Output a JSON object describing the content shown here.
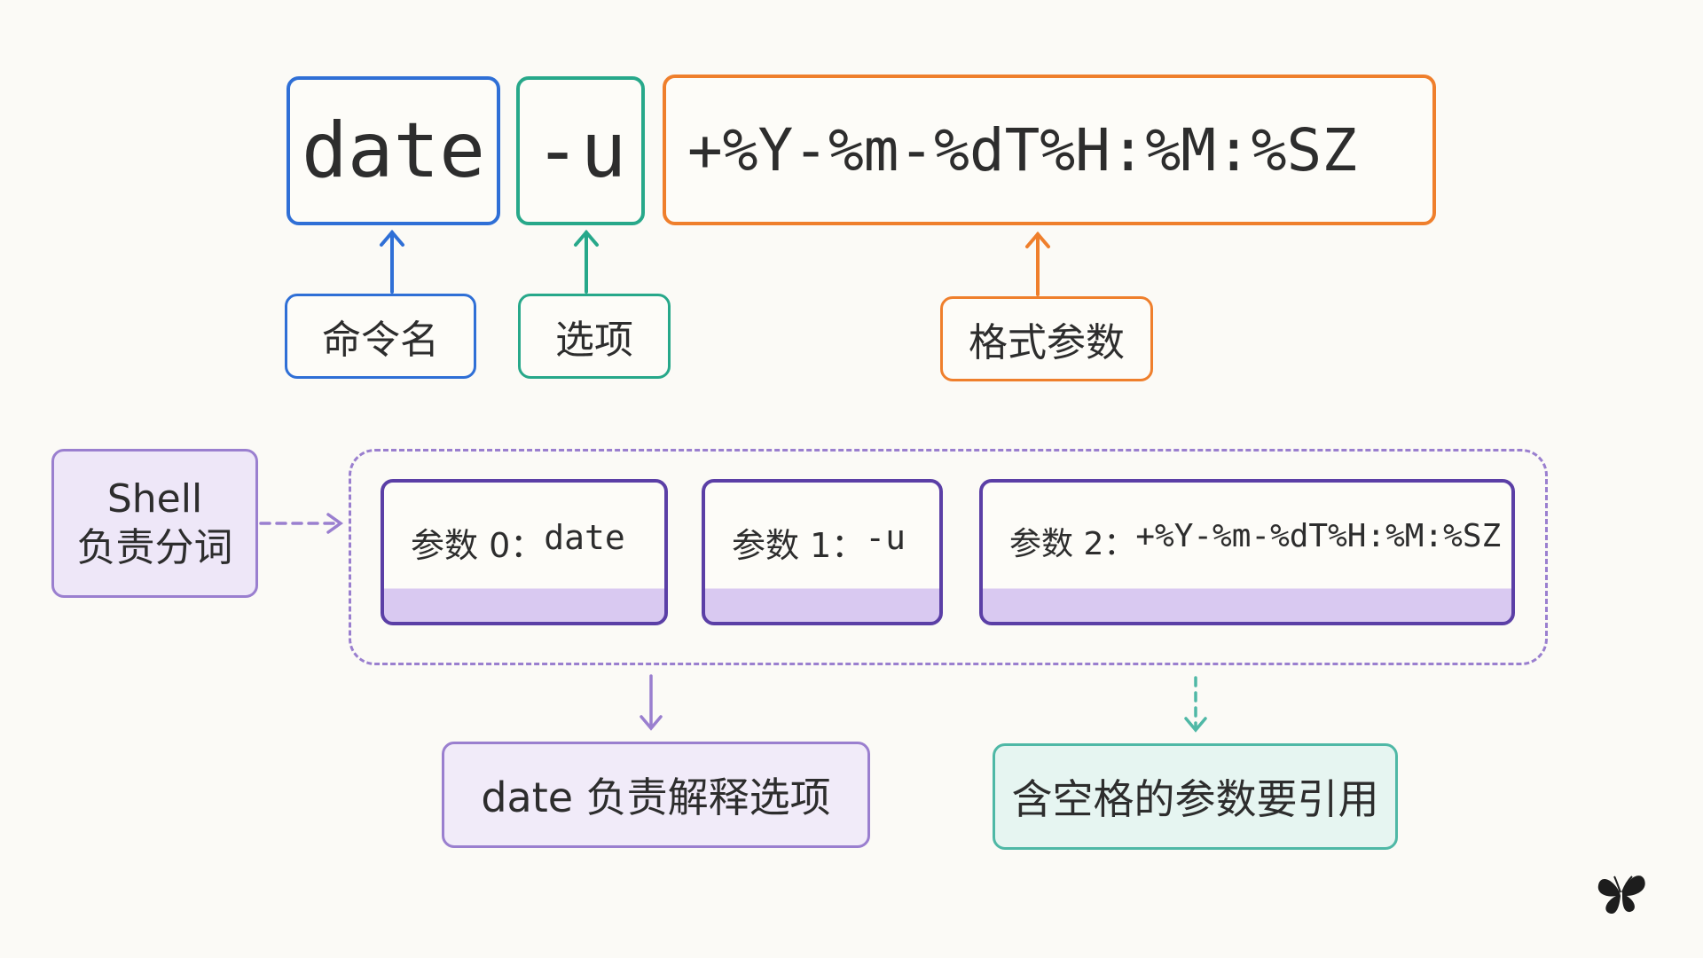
{
  "command": {
    "name": "date",
    "option": "-u",
    "format": "+%Y-%m-%dT%H:%M:%SZ"
  },
  "labels": {
    "command_name": "命令名",
    "option": "选项",
    "format_arg": "格式参数"
  },
  "shell": {
    "line1": "Shell",
    "line2": "负责分词"
  },
  "arguments": [
    {
      "label": "参数 0：",
      "value": "date"
    },
    {
      "label": "参数 1：",
      "value": "-u"
    },
    {
      "label": "参数 2：",
      "value": "+%Y-%m-%dT%H:%M:%SZ"
    }
  ],
  "notes": {
    "date_parses": "date 负责解释选项",
    "quote_spaces": "含空格的参数要引用"
  },
  "colors": {
    "command": "#2f6fd6",
    "option": "#27a88a",
    "format": "#ef7f2c",
    "shell": "#9a7fcf",
    "argument_border": "#5b3fa6",
    "quote_note": "#4fb8a6"
  },
  "icons": {
    "corner_logo": "butterfly-icon"
  }
}
